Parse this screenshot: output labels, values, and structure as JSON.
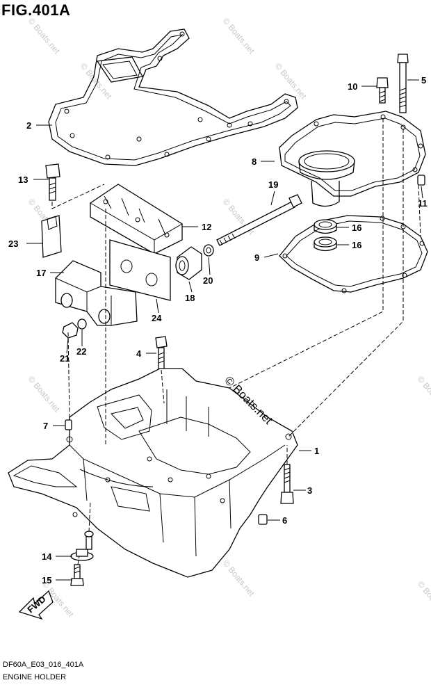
{
  "figure": {
    "title": "FIG.401A",
    "code": "DF60A_E03_016_401A",
    "name": "ENGINE HOLDER",
    "watermark": "© Boats.net",
    "fwd_label": "FWD"
  },
  "callouts": [
    "1",
    "2",
    "3",
    "4",
    "5",
    "6",
    "7",
    "8",
    "9",
    "10",
    "11",
    "12",
    "13",
    "14",
    "15",
    "16",
    "16",
    "17",
    "18",
    "19",
    "20",
    "21",
    "22",
    "23",
    "24"
  ]
}
